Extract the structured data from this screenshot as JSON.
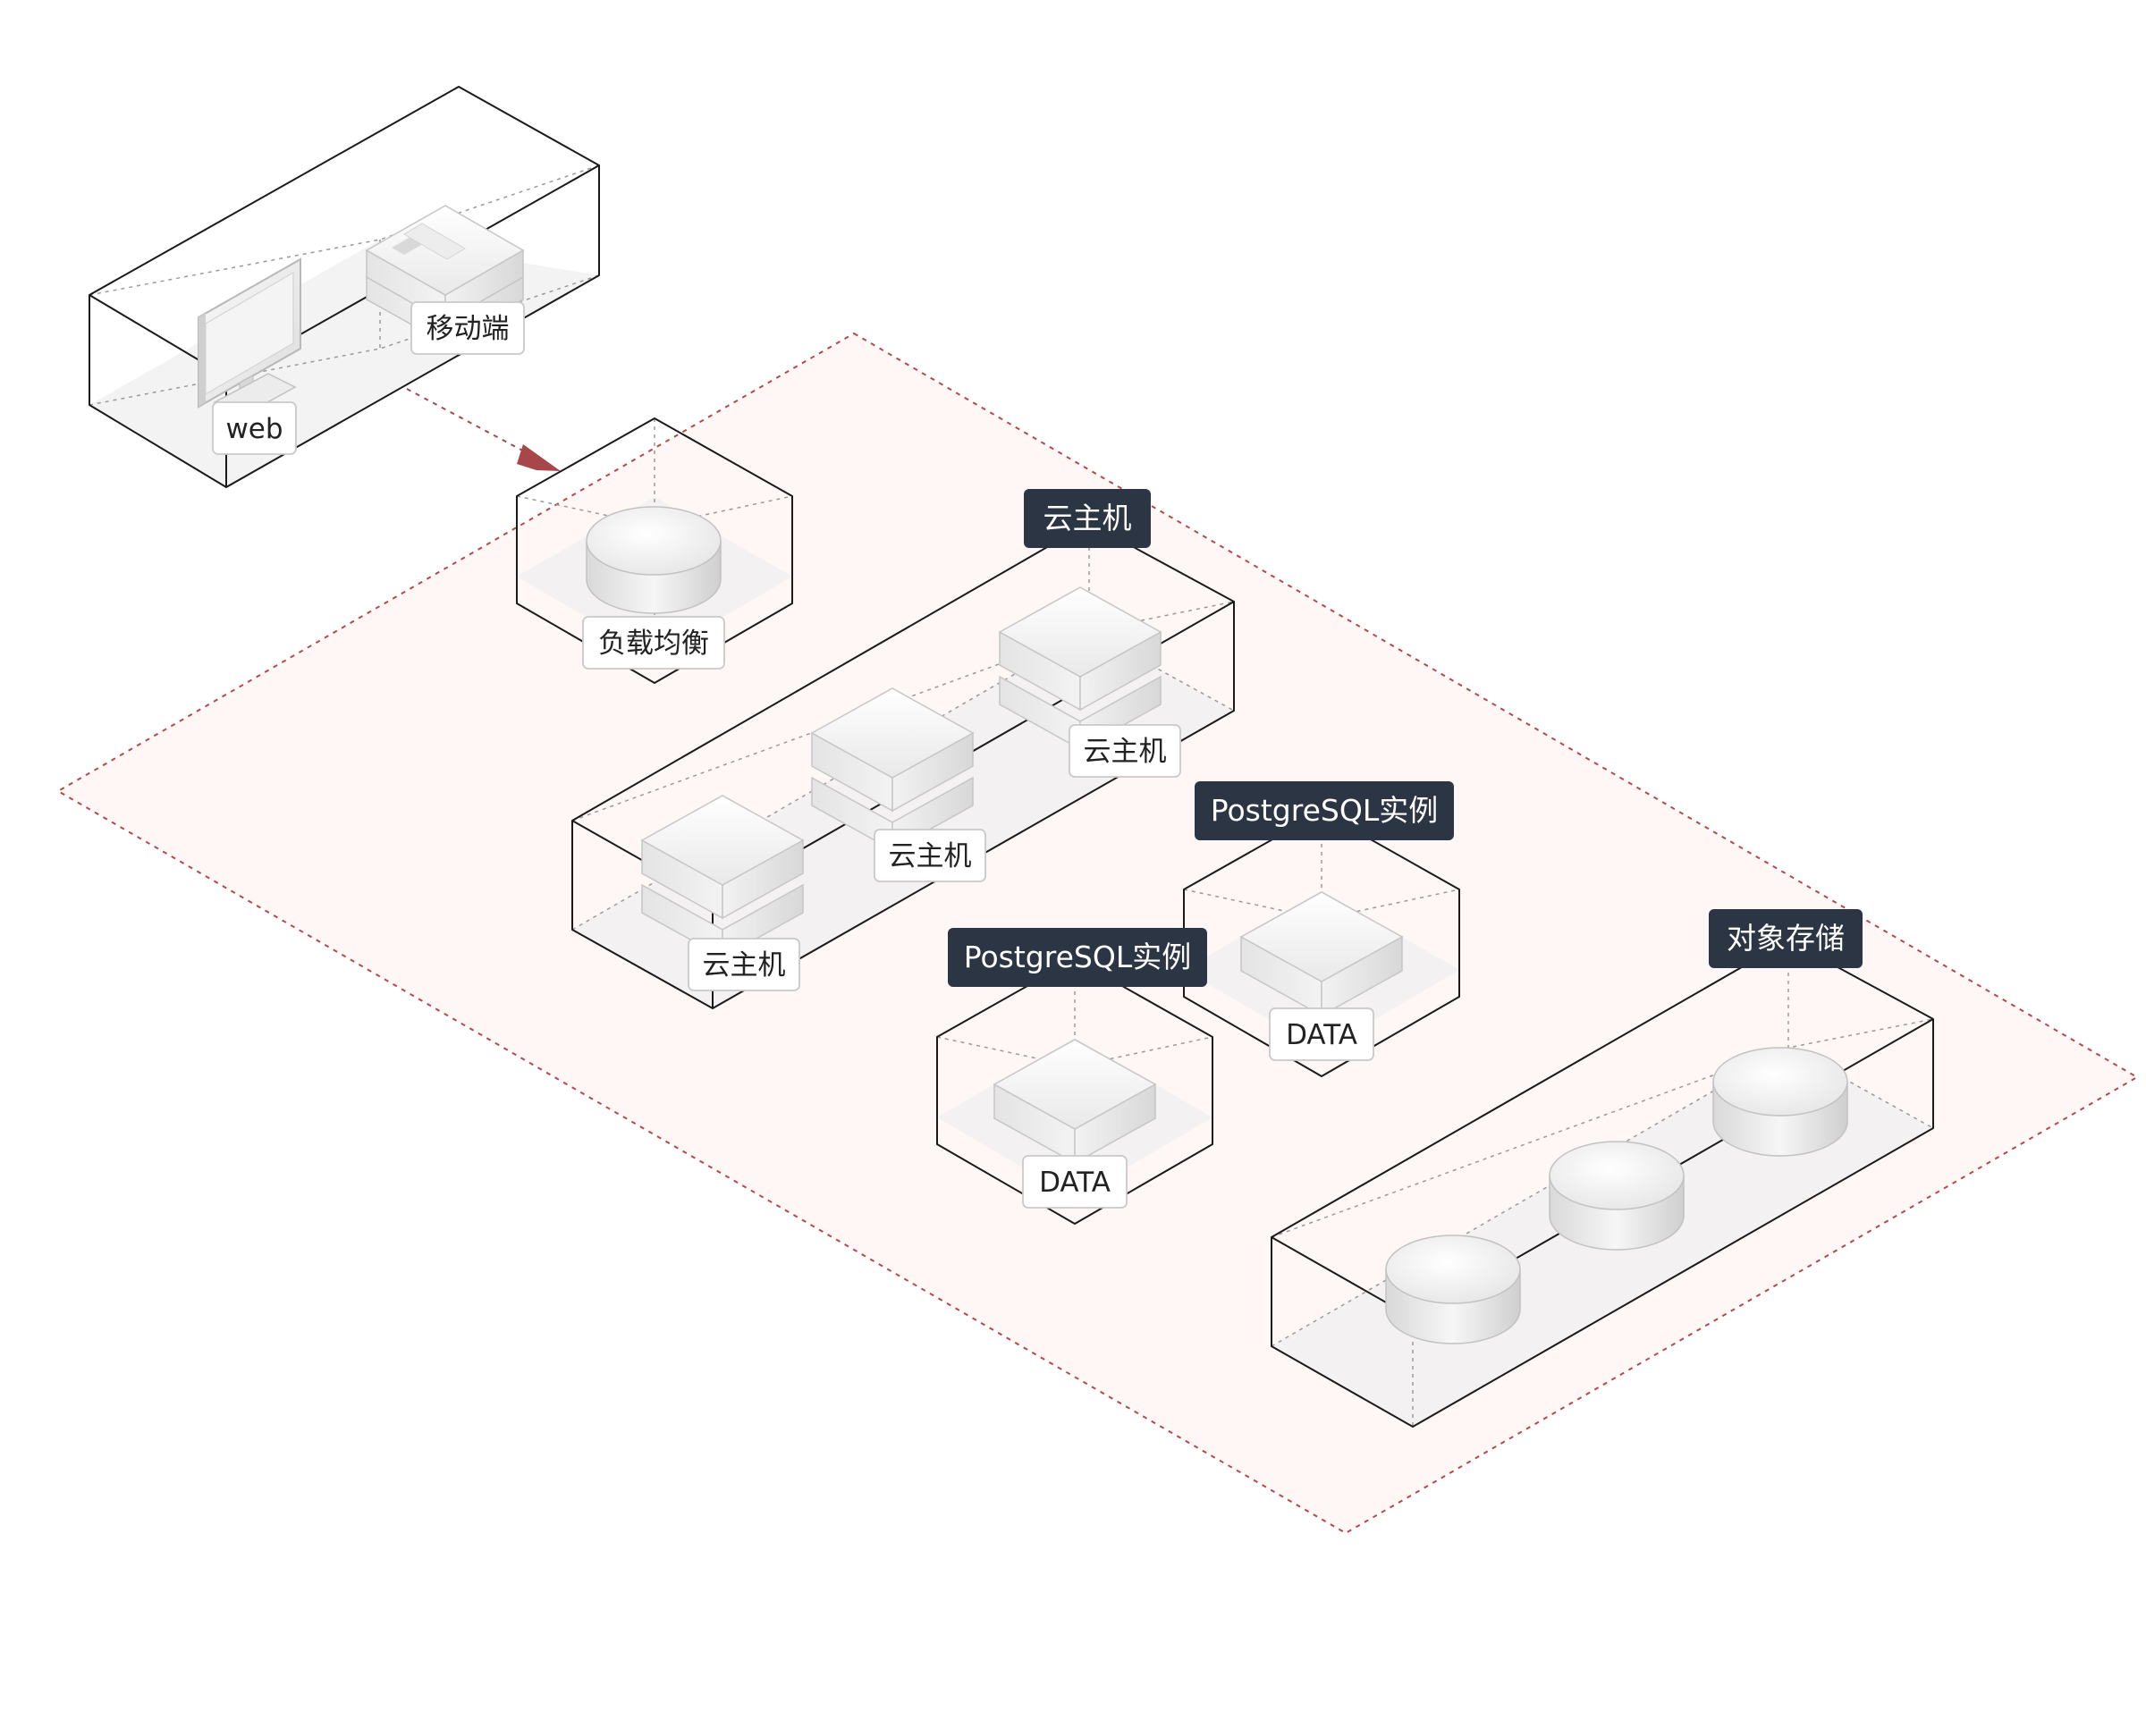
{
  "colors": {
    "zone_border": "#b5484b",
    "zone_fill": "#fff6f6",
    "arrow": "#a8474a",
    "dark_label": "#2c3543",
    "box_edge": "#1a1a1a"
  },
  "clients": {
    "web_label": "web",
    "mobile_label": "移动端",
    "web_icon": "monitor-icon",
    "mobile_icon": "mobile-server-icon"
  },
  "load_balancer": {
    "label": "负载均衡",
    "icon": "load-balancer-cylinder-icon"
  },
  "cloud_hosts": {
    "group_title": "云主机",
    "items": [
      "云主机",
      "云主机",
      "云主机"
    ],
    "icon": "server-stack-icon"
  },
  "databases": [
    {
      "title": "PostgreSQL实例",
      "label": "DATA",
      "icon": "database-block-icon"
    },
    {
      "title": "PostgreSQL实例",
      "label": "DATA",
      "icon": "database-block-icon"
    }
  ],
  "object_storage": {
    "title": "对象存储",
    "icon": "storage-cylinder-icon",
    "count": 3
  }
}
